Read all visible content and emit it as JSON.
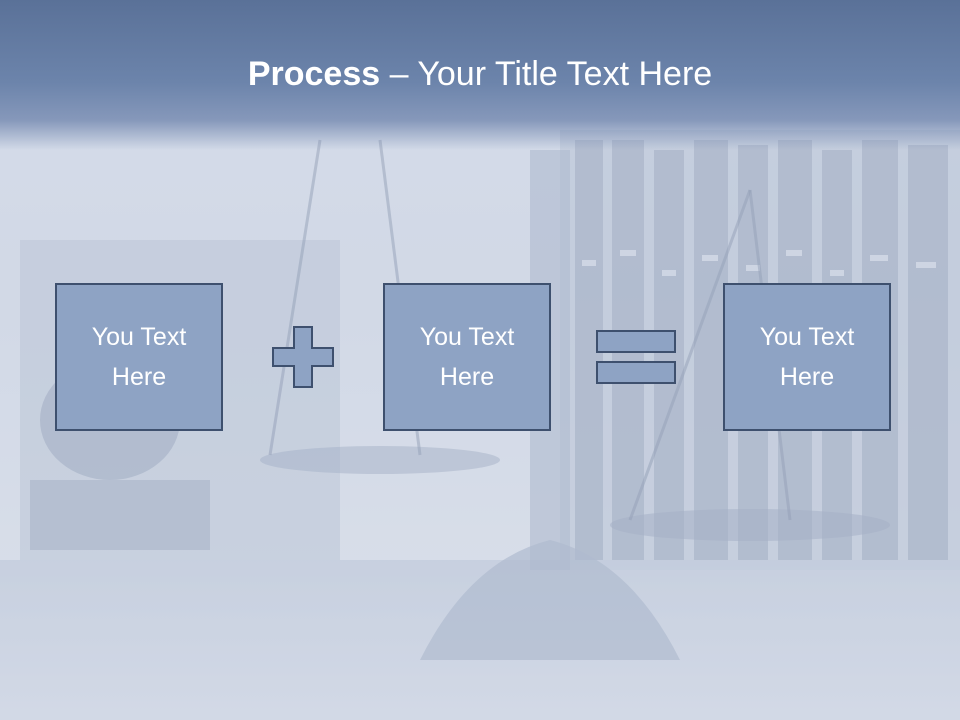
{
  "slide": {
    "title_bold": "Process",
    "title_rest": " – Your Title Text Here",
    "boxes": [
      {
        "text": "You Text Here"
      },
      {
        "text": "You Text Here"
      },
      {
        "text": "You Text Here"
      }
    ],
    "operators": [
      "plus-icon",
      "equals-icon"
    ],
    "colors": {
      "header": "#6c84ab",
      "box_fill": "#8ea3c4",
      "box_border": "#3e506e",
      "text": "#ffffff"
    }
  }
}
